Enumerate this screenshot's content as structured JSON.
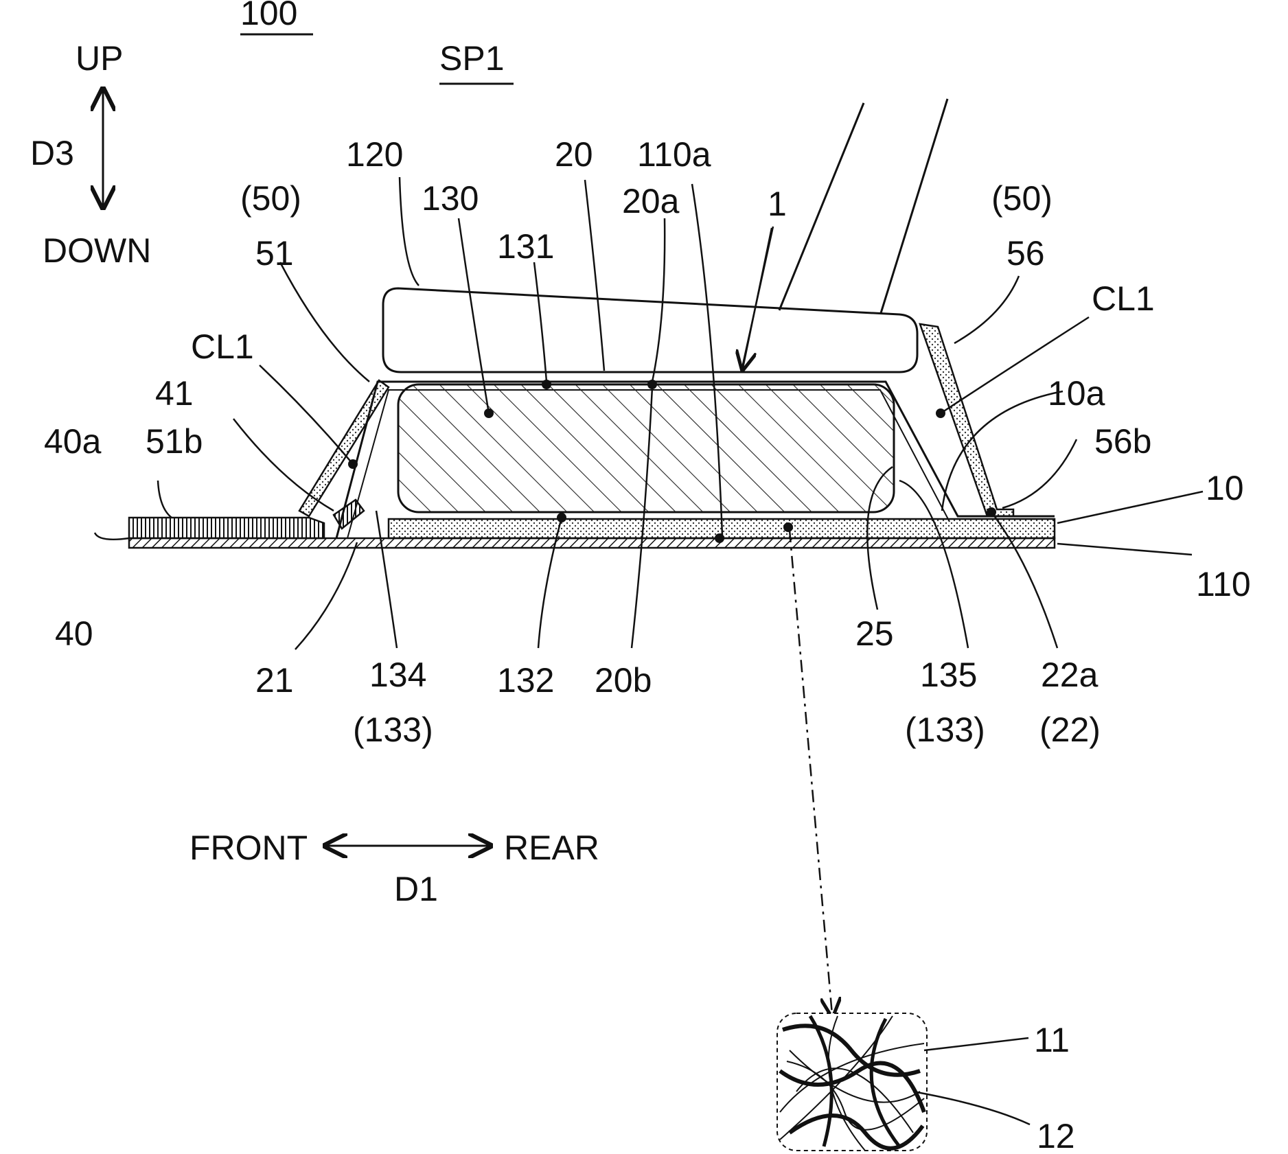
{
  "labels": {
    "ref_100": "100",
    "sp1": "SP1",
    "up": "UP",
    "d3": "D3",
    "down": "DOWN",
    "ref_120": "120",
    "ref_20": "20",
    "ref_110a": "110a",
    "ref_50_left": "(50)",
    "ref_130": "130",
    "ref_20a": "20a",
    "ref_1": "1",
    "ref_50_right": "(50)",
    "ref_51": "51",
    "ref_131": "131",
    "ref_56": "56",
    "cl1_right": "CL1",
    "cl1_left": "CL1",
    "ref_41": "41",
    "ref_10a": "10a",
    "ref_40a": "40a",
    "ref_51b": "51b",
    "ref_56b": "56b",
    "ref_10": "10",
    "ref_110": "110",
    "ref_40": "40",
    "ref_25": "25",
    "ref_21": "21",
    "ref_134": "134",
    "ref_132": "132",
    "ref_20b": "20b",
    "ref_135": "135",
    "ref_22a": "22a",
    "ref_133_left": "(133)",
    "ref_133_right": "(133)",
    "ref_22": "(22)",
    "front": "FRONT",
    "rear": "REAR",
    "d1": "D1",
    "ref_11": "11",
    "ref_12": "12"
  }
}
